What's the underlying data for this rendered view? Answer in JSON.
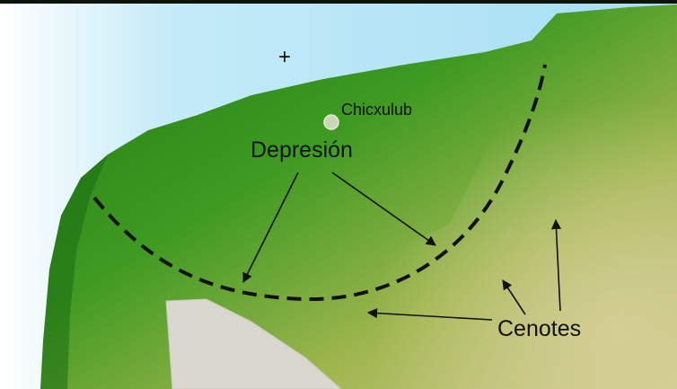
{
  "map": {
    "labels": {
      "site": "Chicxulub",
      "depression": "Depresión",
      "cenotes": "Cenotes",
      "marker": "+"
    },
    "colors": {
      "sea": "#a9e0f5",
      "land_dark": "#2e8a1a",
      "land_light": "#c9c58a",
      "exposed_rock": "#d8d6cc",
      "arc": "#111111"
    }
  }
}
